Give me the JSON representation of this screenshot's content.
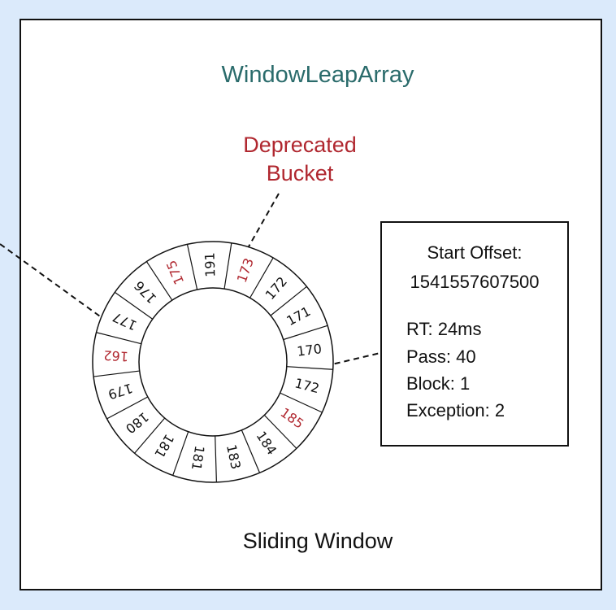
{
  "title": "WindowLeapArray",
  "deprecated_label": [
    "Deprecated",
    "Bucket"
  ],
  "footer": "Sliding Window",
  "colors": {
    "title": "#2a6b6b",
    "deprecated": "#b0272f",
    "offset_value": "#3f7f1f",
    "normal_bucket": "#111111",
    "background": "#dbeafb"
  },
  "ring": {
    "buckets": [
      {
        "label": "162",
        "deprecated": true
      },
      {
        "label": "177",
        "deprecated": false
      },
      {
        "label": "176",
        "deprecated": false
      },
      {
        "label": "175",
        "deprecated": true
      },
      {
        "label": "191",
        "deprecated": false
      },
      {
        "label": "173",
        "deprecated": true
      },
      {
        "label": "172",
        "deprecated": false
      },
      {
        "label": "171",
        "deprecated": false
      },
      {
        "label": "170",
        "deprecated": false
      },
      {
        "label": "172",
        "deprecated": false
      },
      {
        "label": "185",
        "deprecated": true
      },
      {
        "label": "184",
        "deprecated": false
      },
      {
        "label": "183",
        "deprecated": false
      },
      {
        "label": "181",
        "deprecated": false
      },
      {
        "label": "181",
        "deprecated": false
      },
      {
        "label": "180",
        "deprecated": false
      },
      {
        "label": "179",
        "deprecated": false
      }
    ]
  },
  "detail": {
    "start_offset_label": "Start Offset:",
    "start_offset_value": "1541557607500",
    "rt": "RT: 24ms",
    "pass": "Pass: 40",
    "block": "Block: 1",
    "exception": "Exception: 2"
  }
}
